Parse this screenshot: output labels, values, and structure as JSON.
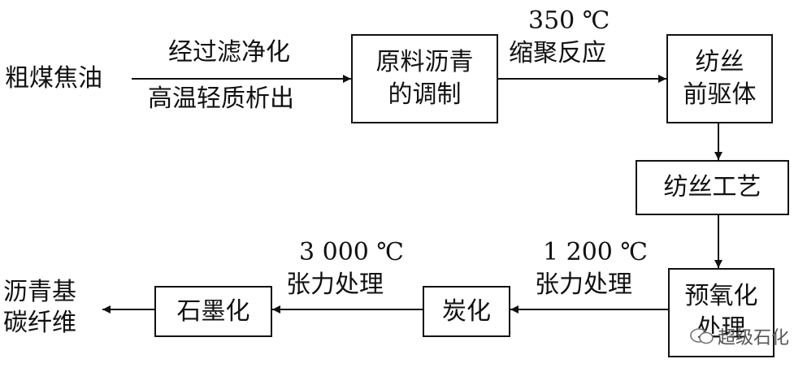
{
  "nodes": {
    "source": [
      "粗煤焦油"
    ],
    "blend": [
      "原料沥青",
      "的调制"
    ],
    "precursor": [
      "纺丝",
      "前驱体"
    ],
    "spinning": [
      "纺丝工艺"
    ],
    "preox": [
      "预氧化",
      "处理"
    ],
    "carbonize": [
      "炭化"
    ],
    "graphitize": [
      "石墨化"
    ],
    "product": [
      "沥青基",
      "碳纤维"
    ]
  },
  "edges": {
    "source_to_blend": [
      "经过滤净化",
      "高温轻质析出"
    ],
    "blend_to_precursor": [
      "350 ℃",
      "缩聚反应"
    ],
    "preox_to_carbonize": [
      "1 200 ℃",
      "张力处理"
    ],
    "carbonize_to_graphitize": [
      "3 000 ℃",
      "张力处理"
    ]
  },
  "watermark": "超级石化"
}
